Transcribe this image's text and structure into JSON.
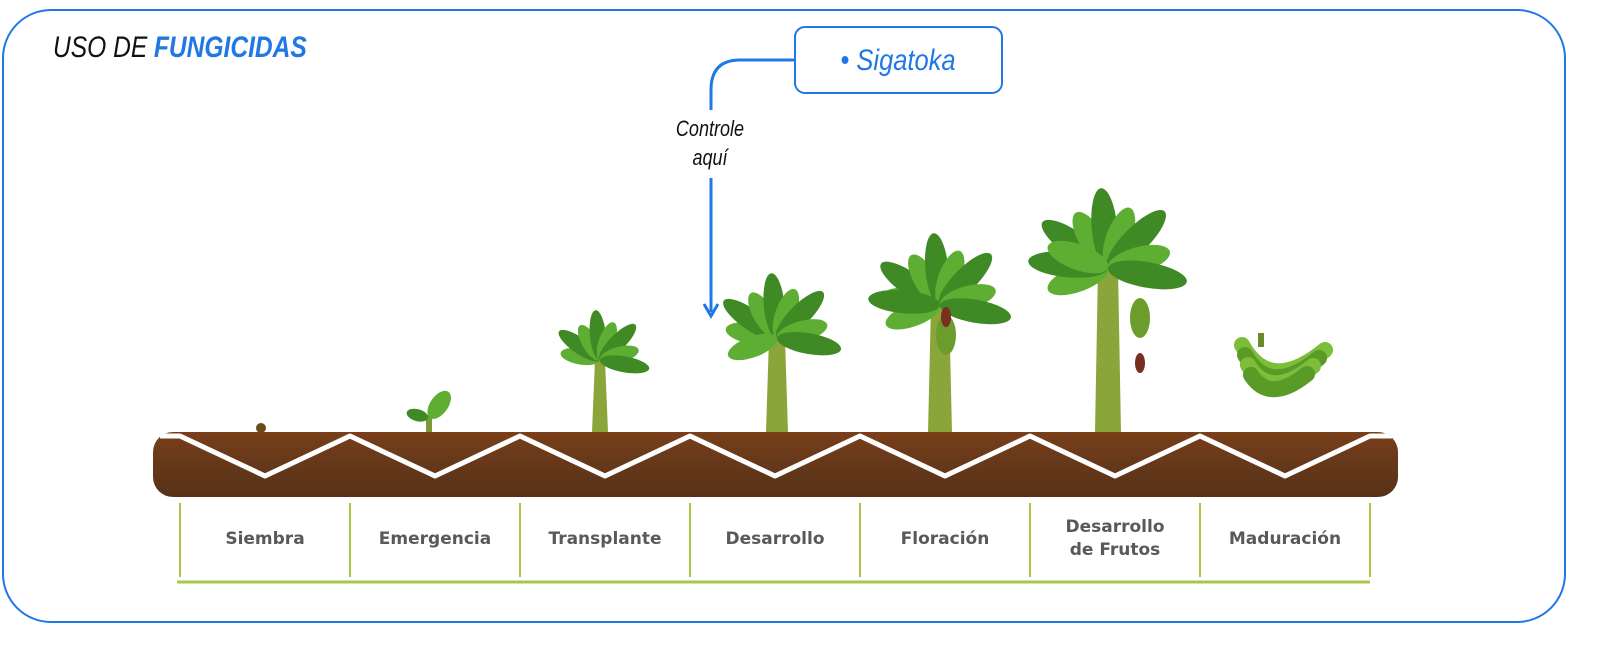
{
  "title": {
    "prefix": "USO DE",
    "highlight": "FUNGICIDAS"
  },
  "callout": {
    "label": "• Sigatoka",
    "control_line1": "Controle",
    "control_line2": "aquí"
  },
  "stages": [
    {
      "label": "Siembra"
    },
    {
      "label": "Emergencia"
    },
    {
      "label": "Transplante"
    },
    {
      "label": "Desarrollo"
    },
    {
      "label": "Floración"
    },
    {
      "label": "Desarrollo",
      "label2": "de Frutos"
    },
    {
      "label": "Maduración"
    }
  ],
  "colors": {
    "accent": "#1f78e6",
    "soil_dark": "#5a3418",
    "soil_light": "#7a3f19",
    "divider": "#a8c84a",
    "leaf": "#4f9a2c"
  }
}
